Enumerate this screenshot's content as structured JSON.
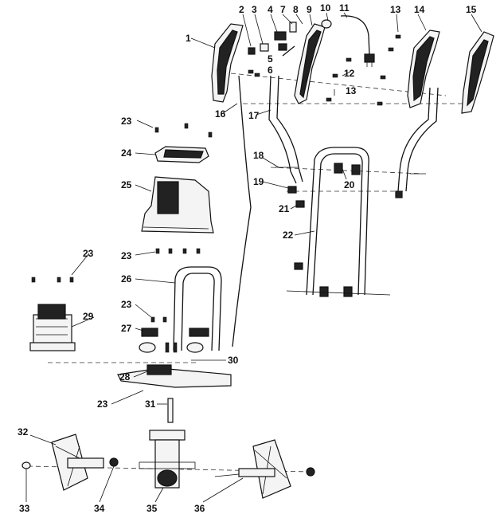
{
  "diagram": {
    "type": "exploded-parts-diagram",
    "callouts": [
      "1",
      "2",
      "3",
      "4",
      "5",
      "6",
      "7",
      "8",
      "9",
      "10",
      "11",
      "12",
      "13",
      "14",
      "15",
      "16",
      "17",
      "18",
      "19",
      "20",
      "21",
      "22",
      "23",
      "24",
      "25",
      "26",
      "27",
      "28",
      "29",
      "30",
      "31",
      "32",
      "33",
      "34",
      "35",
      "36"
    ]
  }
}
